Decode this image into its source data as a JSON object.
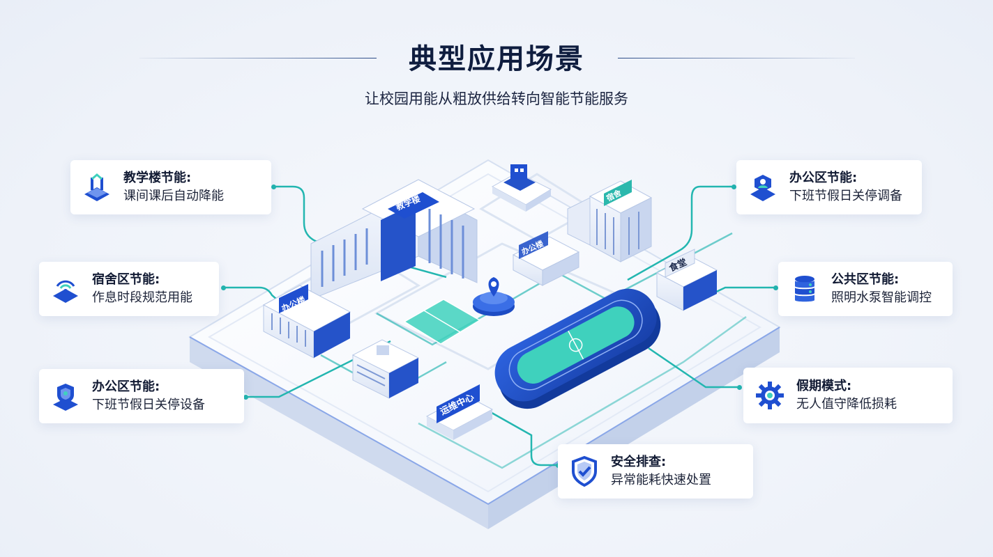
{
  "header": {
    "title": "典型应用场景",
    "subtitle": "让校园用能从粗放供给转向智能节能服务"
  },
  "colors": {
    "brand_blue": "#1f4fd0",
    "line_teal": "#23b6b0",
    "field_teal": "#3fd1bd",
    "dark_text": "#0f1d3f"
  },
  "buildings": {
    "teaching": "教学楼",
    "office_center": "办公楼",
    "office_left": "办公楼",
    "dorm": "宿舍",
    "canteen": "食堂",
    "ops": "运维中心"
  },
  "cards": [
    {
      "title": "教学楼节能:",
      "desc": "课间课后自动降能",
      "icon": "classroom-icon"
    },
    {
      "title": "宿舍区节能:",
      "desc": "作息时段规范用能",
      "icon": "location-wifi-icon"
    },
    {
      "title": "办公区节能:",
      "desc": "下班节假日关停设备",
      "icon": "shield-office-icon"
    },
    {
      "title": "办公区节能:",
      "desc": "下班节假日关停调备",
      "icon": "user-shield-icon"
    },
    {
      "title": "公共区节能:",
      "desc": "照明水泵智能调控",
      "icon": "database-icon"
    },
    {
      "title": "假期模式:",
      "desc": "无人值守降低损耗",
      "icon": "gear-icon"
    },
    {
      "title": "安全排查:",
      "desc": "异常能耗快速处置",
      "icon": "shield-check-icon"
    }
  ]
}
